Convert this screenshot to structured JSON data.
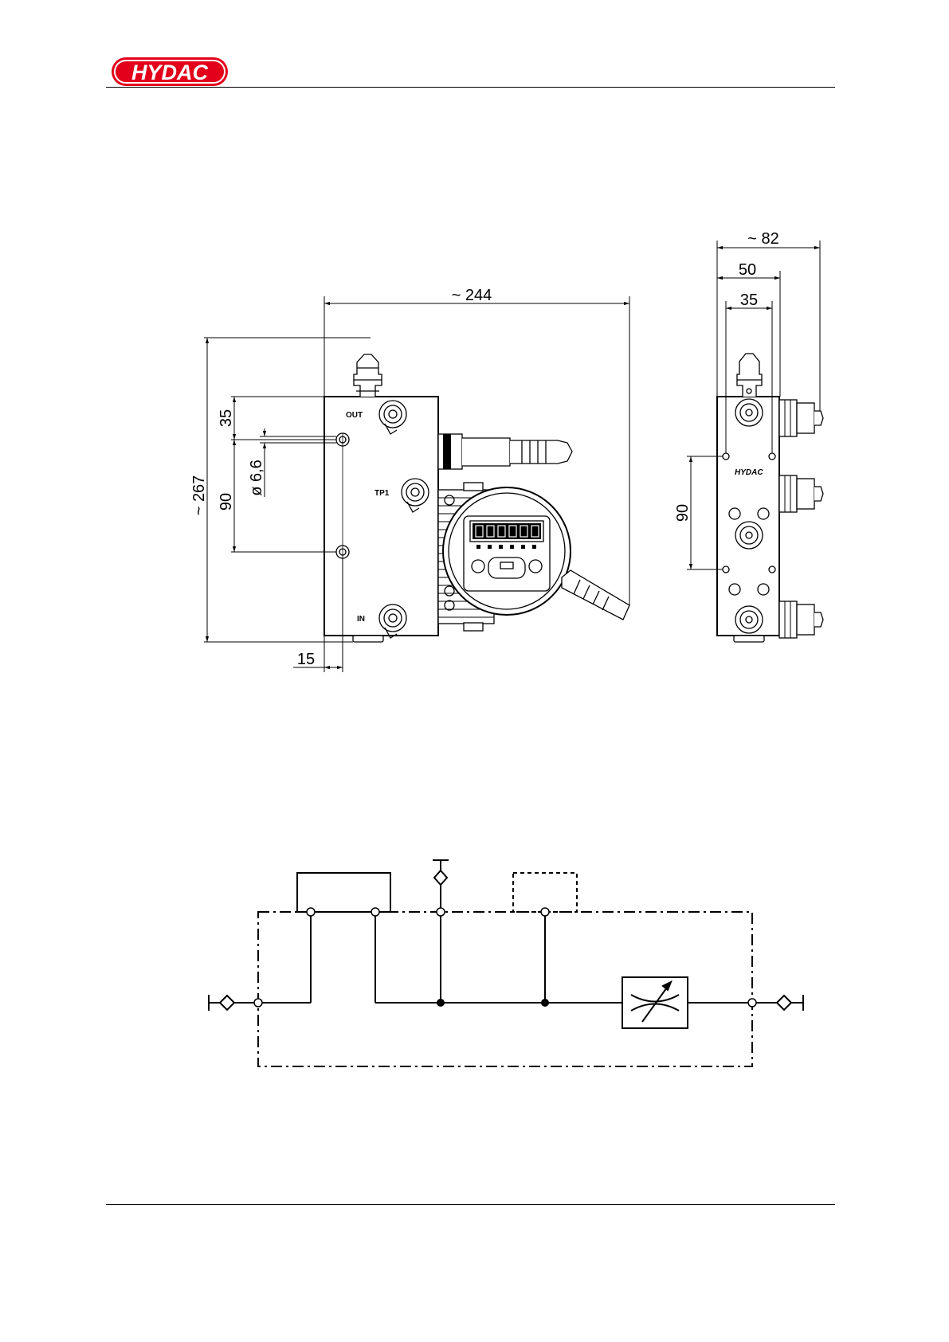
{
  "header": {
    "logo_text": "HYDAC",
    "brand_color": "#e2001a"
  },
  "front_view": {
    "dim_width": "~ 244",
    "dim_height": "~ 267",
    "dim_top": "35",
    "dim_holes": "90",
    "dim_hole_dia": "ø 6,6",
    "dim_offset": "15",
    "port_out": "OUT",
    "port_tp1": "TP1",
    "port_in": "IN"
  },
  "side_view": {
    "dim_depth": "~ 82",
    "dim_50": "50",
    "dim_35": "35",
    "dim_holes": "90",
    "plate_brand": "HYDAC"
  },
  "schematic": {}
}
